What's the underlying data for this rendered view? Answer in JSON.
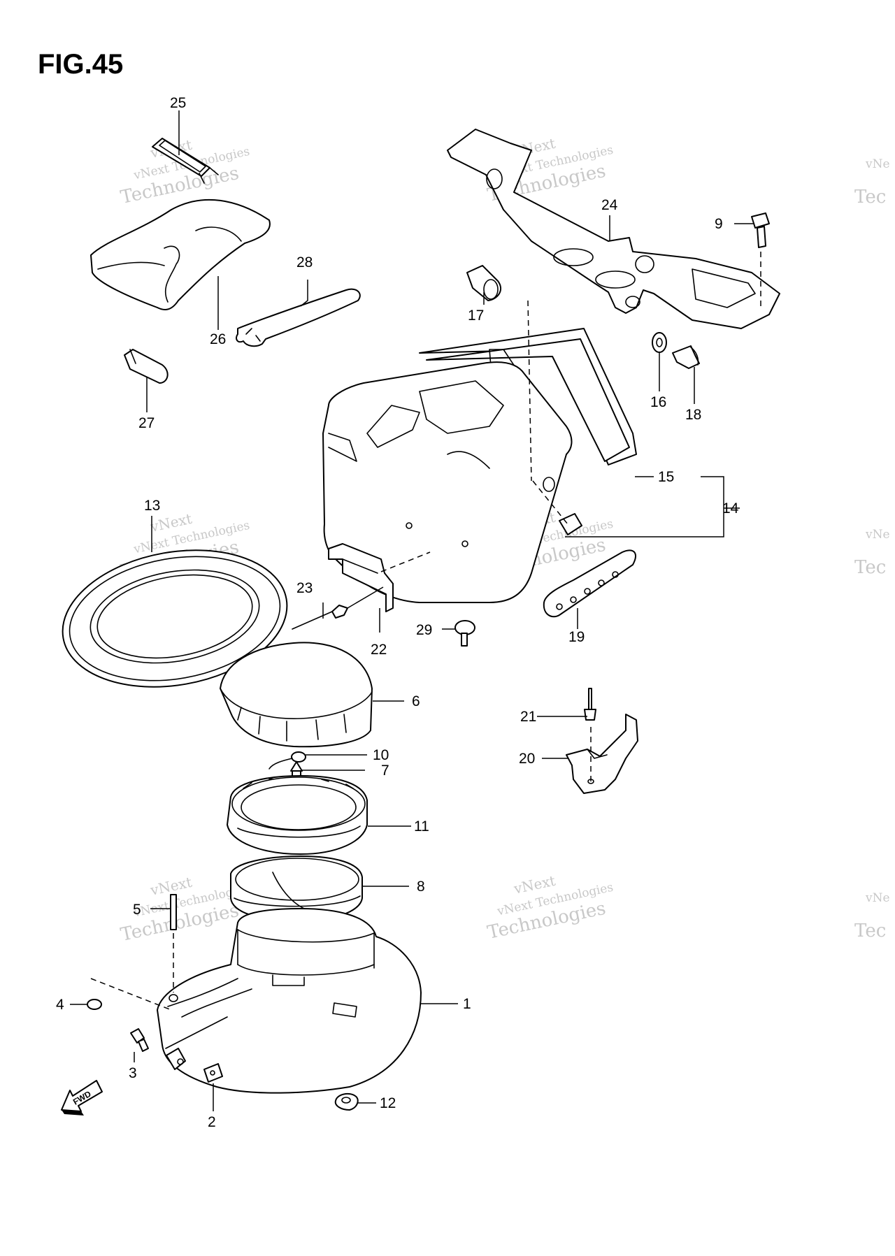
{
  "figure": {
    "title": "FIG.45"
  },
  "watermark": {
    "line1": "vNext Technologies",
    "line2": "vNext",
    "line3": "Technologies",
    "partial1": "vNe",
    "partial2": "Tec"
  },
  "fwd_label": "FWD",
  "callouts": [
    {
      "id": "1",
      "label": "1"
    },
    {
      "id": "2",
      "label": "2"
    },
    {
      "id": "3",
      "label": "3"
    },
    {
      "id": "4",
      "label": "4"
    },
    {
      "id": "5",
      "label": "5"
    },
    {
      "id": "6",
      "label": "6"
    },
    {
      "id": "7",
      "label": "7"
    },
    {
      "id": "8",
      "label": "8"
    },
    {
      "id": "9",
      "label": "9"
    },
    {
      "id": "10",
      "label": "10"
    },
    {
      "id": "11",
      "label": "11"
    },
    {
      "id": "12",
      "label": "12"
    },
    {
      "id": "13",
      "label": "13"
    },
    {
      "id": "14",
      "label": "14"
    },
    {
      "id": "15",
      "label": "15"
    },
    {
      "id": "16",
      "label": "16"
    },
    {
      "id": "17",
      "label": "17"
    },
    {
      "id": "18",
      "label": "18"
    },
    {
      "id": "19",
      "label": "19"
    },
    {
      "id": "20",
      "label": "20"
    },
    {
      "id": "21",
      "label": "21"
    },
    {
      "id": "22",
      "label": "22"
    },
    {
      "id": "23",
      "label": "23"
    },
    {
      "id": "24",
      "label": "24"
    },
    {
      "id": "25",
      "label": "25"
    },
    {
      "id": "26",
      "label": "26"
    },
    {
      "id": "27",
      "label": "27"
    },
    {
      "id": "28",
      "label": "28"
    },
    {
      "id": "29",
      "label": "29"
    }
  ]
}
